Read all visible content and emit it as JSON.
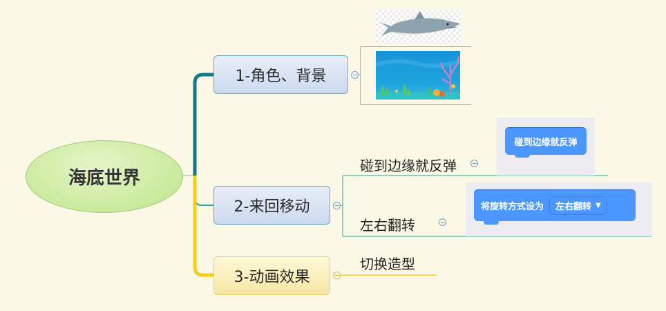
{
  "root": {
    "label": "海底世界"
  },
  "topics": [
    {
      "label": "1-角色、背景"
    },
    {
      "label": "2-来回移动",
      "children": [
        "碰到边缘就反弹",
        "左右翻转"
      ]
    },
    {
      "label": "3-动画效果",
      "children": [
        "切换造型"
      ]
    }
  ],
  "blocks": {
    "bounce": "碰到边缘就反弹",
    "rotation": "将旋转方式设为",
    "rotation_value": "左右翻转"
  },
  "images": [
    "shark-sprite",
    "underwater-backdrop"
  ],
  "colors": {
    "background": "#fbf9e6",
    "branch_teal": "#127a86",
    "branch_yellow": "#f2d019",
    "scratch_blue": "#4c97ff"
  }
}
